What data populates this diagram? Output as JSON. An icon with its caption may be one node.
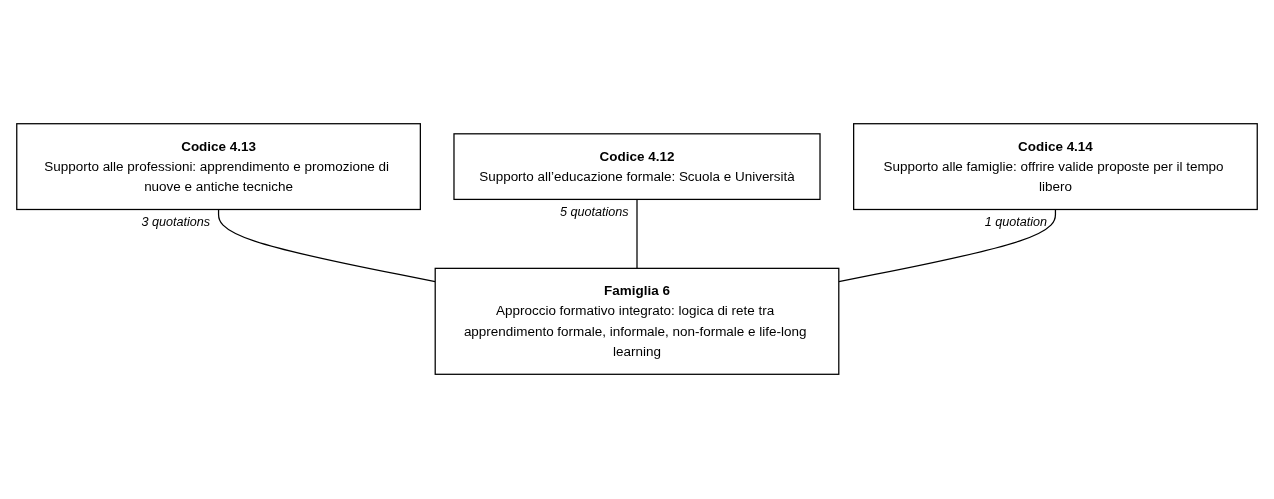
{
  "diagram": {
    "nodes": [
      {
        "text": [
          "Codice 4.13",
          "Supporto alle professioni: apprendimento e promozione di nuove e antiche tecniche"
        ],
        "beside": [
          "3 quotations"
        ]
      },
      {
        "text": [
          "Codice 4.12",
          "Supporto all’educazione formale: Scuola e Università"
        ],
        "beside": [
          "5 quotations"
        ]
      },
      {
        "text": [
          "Codice 4.14",
          "Supporto alle famiglie: offrire valide proposte per il tempo libero"
        ],
        "beside": [
          "1 quotation"
        ]
      },
      {
        "text": [
          "Famiglia 6",
          "Approccio formativo integrato: logica di rete tra apprendimento formale, informale, non-formale e life-long learning"
        ]
      }
    ],
    "edges": [
      {
        "from": 0,
        "to": 3,
        "arrow": "none"
      },
      {
        "from": 1,
        "to": 3,
        "arrow": "none"
      },
      {
        "from": 2,
        "to": 3,
        "arrow": "none"
      }
    ]
  }
}
